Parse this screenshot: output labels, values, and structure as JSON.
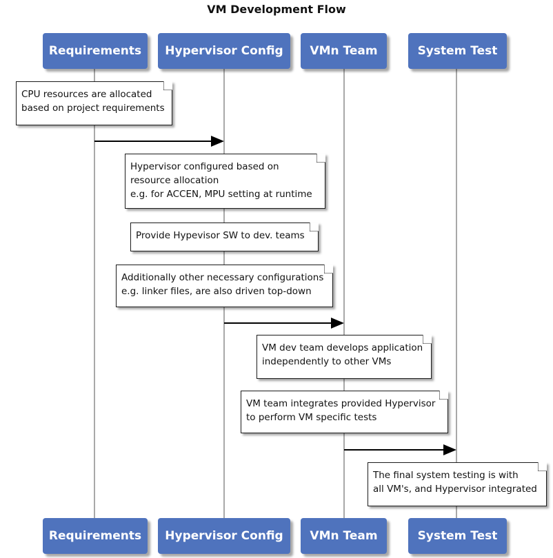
{
  "title": "VM Development Flow",
  "participants": {
    "requirements": "Requirements",
    "hypervisor": "Hypervisor Config",
    "vmn": "VMn Team",
    "system": "System Test"
  },
  "notes": {
    "n1": [
      "CPU resources are allocated",
      "based on project requirements"
    ],
    "n2": [
      "Hypervisor configured based on",
      "resource allocation",
      "e.g. for ACCEN, MPU setting at runtime"
    ],
    "n3": [
      "Provide Hypevisor SW to dev. teams"
    ],
    "n4": [
      "Additionally other necessary configurations",
      "e.g. linker files, are also driven top-down"
    ],
    "n5": [
      "VM dev team develops application",
      "independently to other VMs"
    ],
    "n6": [
      "VM team integrates provided Hypervisor",
      "to perform VM specific tests"
    ],
    "n7": [
      "The final system testing is with",
      "all VM's, and Hypervisor integrated"
    ]
  },
  "messages": [
    {
      "from": "Requirements",
      "to": "Hypervisor Config"
    },
    {
      "from": "Hypervisor Config",
      "to": "VMn Team"
    },
    {
      "from": "VMn Team",
      "to": "System Test"
    }
  ],
  "colors": {
    "participant_fill": "#4f73bd",
    "participant_text": "#ffffff",
    "lifeline": "#a8a8a8",
    "arrow": "#000000"
  }
}
